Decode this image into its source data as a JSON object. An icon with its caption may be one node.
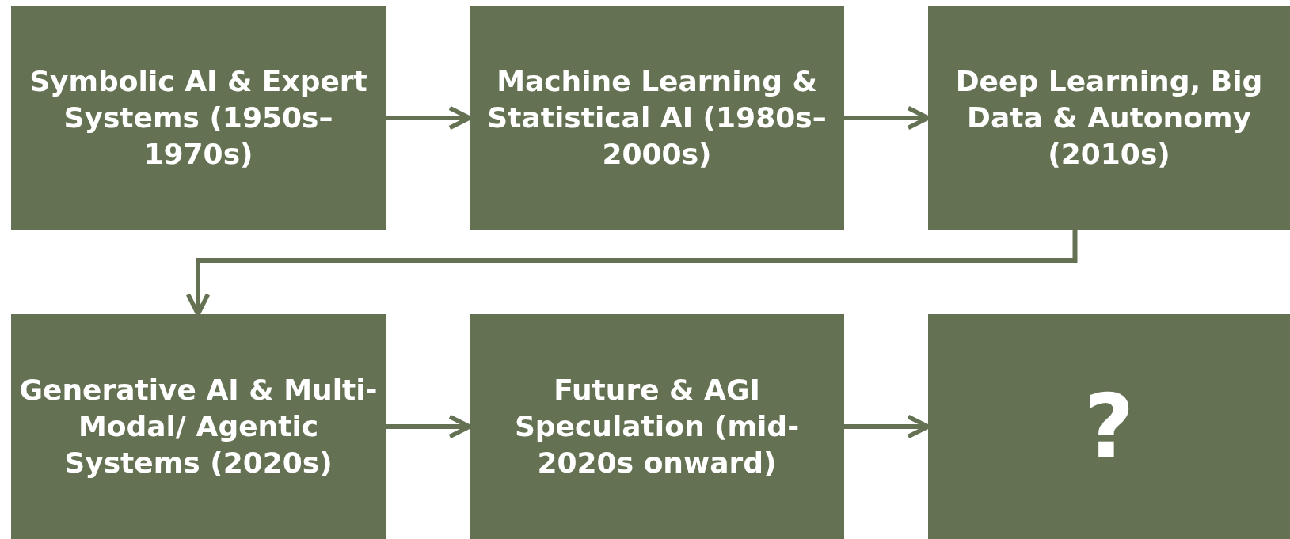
{
  "diagram": {
    "nodes": [
      {
        "text": [
          "Symbolic AI & Expert Systems (1950s–1970s)"
        ]
      },
      {
        "text": [
          "Machine Learning & Statistical AI (1980s–2000s)"
        ]
      },
      {
        "text": [
          "Deep Learning, Big Data & Autonomy (2010s)"
        ]
      },
      {
        "text": [
          "Generative AI & Multi-Modal/ Agentic Systems (2020s)"
        ]
      },
      {
        "text": [
          "Future & AGI Speculation (mid-2020s onward)"
        ]
      },
      {
        "text": [
          "?"
        ]
      }
    ],
    "edges": [
      {
        "from": 0,
        "to": 1,
        "arrow": "to"
      },
      {
        "from": 1,
        "to": 2,
        "arrow": "to"
      },
      {
        "from": 2,
        "to": 3,
        "arrow": "to"
      },
      {
        "from": 3,
        "to": 4,
        "arrow": "to"
      },
      {
        "from": 4,
        "to": 5,
        "arrow": "to"
      }
    ]
  }
}
